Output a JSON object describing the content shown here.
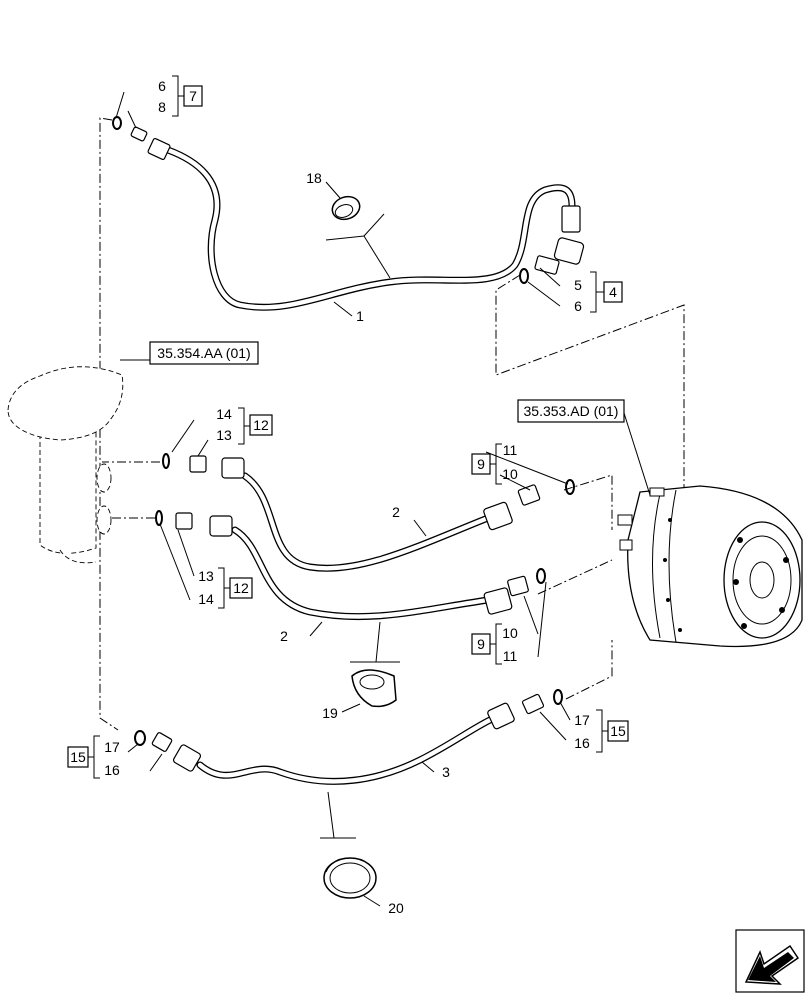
{
  "diagram": {
    "references": {
      "swivel_joint": "35.354.AA (01)",
      "travel_motor": "35.353.AD (01)"
    },
    "callouts": {
      "c6_top": "6",
      "c8_top": "8",
      "c7_box": "7",
      "c18": "18",
      "c1": "1",
      "c5": "5",
      "c6_right": "6",
      "c4_box": "4",
      "c14_upper": "14",
      "c13_upper": "13",
      "c12_upper_box": "12",
      "c11_upper": "11",
      "c10_upper": "10",
      "c9_upper_box": "9",
      "c2_upper": "2",
      "c13_lower": "13",
      "c14_lower": "14",
      "c12_lower_box": "12",
      "c2_lower": "2",
      "c10_lower": "10",
      "c11_lower": "11",
      "c9_lower_box": "9",
      "c19": "19",
      "c17_left": "17",
      "c16_left": "16",
      "c15_left_box": "15",
      "c3": "3",
      "c17_right": "17",
      "c16_right": "16",
      "c15_right_box": "15",
      "c20": "20"
    }
  }
}
